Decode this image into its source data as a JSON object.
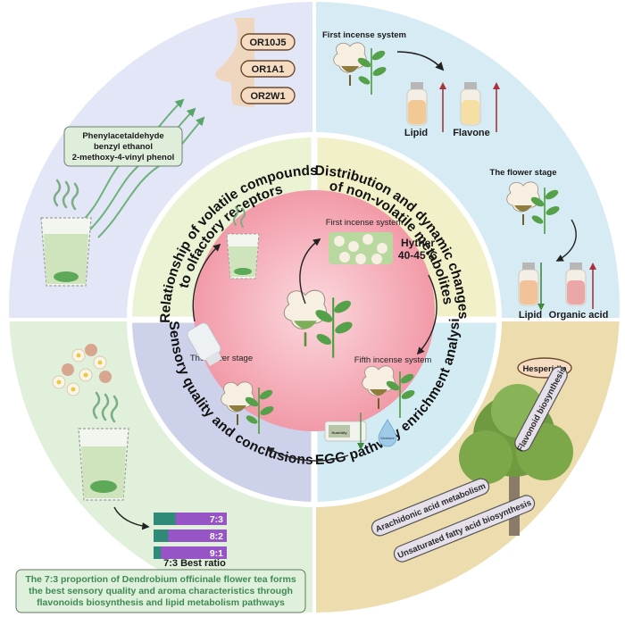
{
  "colors": {
    "q_top_left": "#e3e6f6",
    "q_top_right": "#d7ebf4",
    "q_bottom_left": "#e0f0da",
    "q_bottom_right": "#ecdcae",
    "band_top_left": "#eaf3d4",
    "band_top_right": "#f2f0c8",
    "band_bottom_left": "#cdd1ea",
    "band_bottom_right": "#d3ebf3",
    "center_inner": "#fbd9de",
    "center_outer": "#f29aa8",
    "ratio_green": "#2f8a78",
    "ratio_purple": "#9654c6",
    "up_arrow": "#a7343b",
    "down_arrow": "#3f8a3f",
    "receptor_fill": "#f6dcc2",
    "receptor_stroke": "#6b4a2e"
  },
  "ring_titles": {
    "top_left": [
      "Relationship of volatile compounds",
      "to olfactory receptors"
    ],
    "top_right": [
      "Distribution and dynamic changes",
      "of non-volatile metabolites"
    ],
    "bottom_left": [
      "Sensory quality and conclusions"
    ],
    "bottom_right": [
      "KEGG pathway enrichment analysis"
    ]
  },
  "volatile": {
    "receptors": [
      "OR10J5",
      "OR1A1",
      "OR2W1"
    ],
    "compounds": [
      "Phenylacetaldehyde",
      "benzyl ethanol",
      "2-methoxy-4-vinyl phenol"
    ]
  },
  "metabolites": {
    "first_stage_label": "First incense system",
    "first_stage_items": [
      {
        "name": "Lipid",
        "trend": "up"
      },
      {
        "name": "Flavone",
        "trend": "up"
      }
    ],
    "flower_stage_label": "The flower stage",
    "flower_stage_items": [
      {
        "name": "Lipid",
        "trend": "down"
      },
      {
        "name": "Organic acid",
        "trend": "up"
      }
    ]
  },
  "center": {
    "first_incense": "First incense system",
    "hyther_label": "Hyther",
    "hyther_temp": "40-45°C",
    "fifth_incense": "Fifth incense system",
    "flower_stage": "The flower stage",
    "humidity_label": "Humidity",
    "moisture_label": "Moisture"
  },
  "kegg": {
    "hesperidin": "Hesperidin",
    "pathways": [
      "Flavonoid biosynthesis",
      "Arachidonic acid metabolism",
      "Unsaturated fatty acid biosynthesis"
    ]
  },
  "sensory": {
    "ratios": [
      {
        "label": "7:3",
        "green_fraction": 0.3
      },
      {
        "label": "8:2",
        "green_fraction": 0.2
      },
      {
        "label": "9:1",
        "green_fraction": 0.1
      }
    ],
    "best_ratio_caption": "7:3 Best ratio",
    "conclusion_lines": [
      "The 7:3 proportion of Dendrobium officinale flower tea forms",
      "the best sensory quality and aroma characteristics through",
      "flavonoids biosynthesis and lipid metabolism pathways"
    ]
  }
}
